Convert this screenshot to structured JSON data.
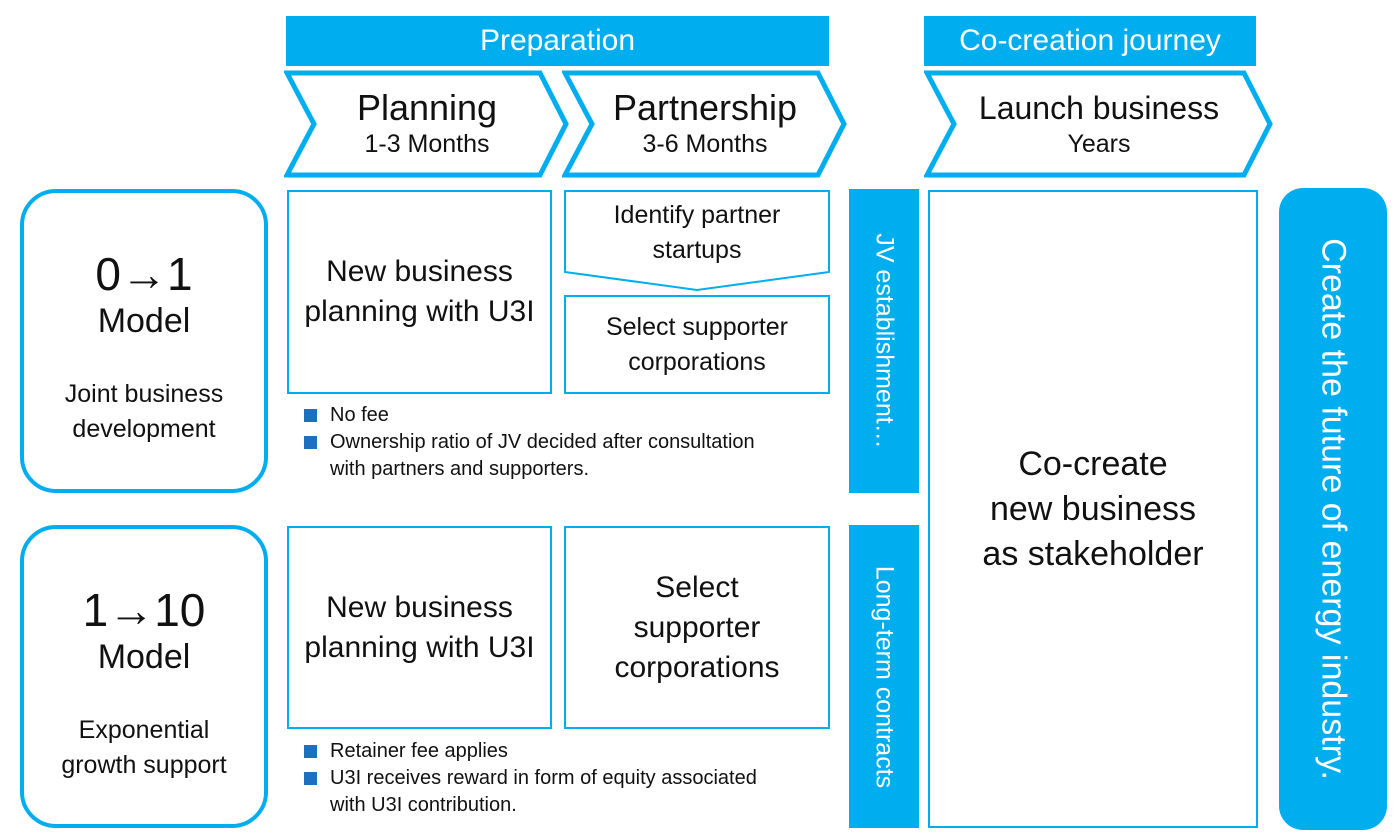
{
  "banners": {
    "preparation": "Preparation",
    "cocreation": "Co-creation journey"
  },
  "stages": [
    {
      "title": "Planning",
      "duration": "1-3 Months"
    },
    {
      "title": "Partnership",
      "duration": "3-6 Months"
    },
    {
      "title": "Launch business",
      "duration": "Years"
    }
  ],
  "models": [
    {
      "number": "0→1",
      "word": "Model",
      "description": [
        "Joint business",
        "development"
      ],
      "planning": [
        "New business",
        "planning with U3I"
      ],
      "partner_step_1": [
        "Identify partner",
        "startups"
      ],
      "partner_step_2": [
        "Select supporter",
        "corporations"
      ],
      "notes": [
        [
          "No fee"
        ],
        [
          "Ownership ratio of JV decided after consultation",
          "with partners and supporters."
        ]
      ],
      "bar_label": "JV establishment…"
    },
    {
      "number": "1→10",
      "word": "Model",
      "description": [
        "Exponential",
        "growth support"
      ],
      "planning": [
        "New business",
        "planning with U3I"
      ],
      "partner_step": [
        "Select",
        "supporter",
        "corporations"
      ],
      "notes": [
        [
          "Retainer fee applies"
        ],
        [
          "U3I receives reward in form of equity associated",
          "with U3I contribution."
        ]
      ],
      "bar_label": "Long-term contracts"
    }
  ],
  "launch_box": [
    "Co-create",
    "new business",
    "as stakeholder"
  ],
  "vision": "Create the future of energy industry.",
  "colors": {
    "accent": "#00aeef",
    "bullet": "#1f6fc1",
    "text": "#111111",
    "background": "#ffffff"
  }
}
